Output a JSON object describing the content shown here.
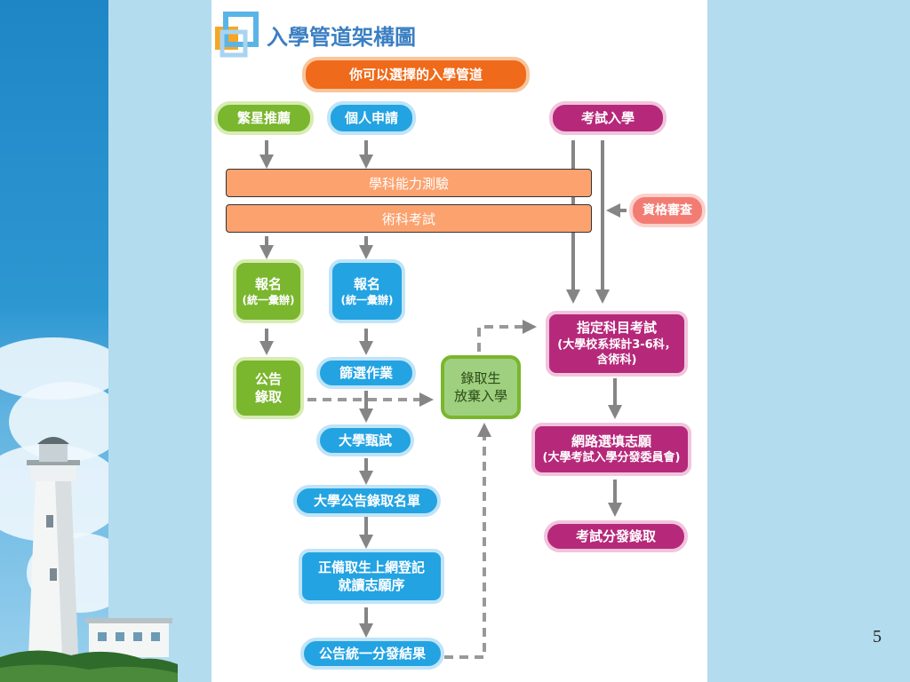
{
  "title": "入學管道架構圖",
  "header_box": "你可以選擇的入學管道",
  "routes": {
    "star": "繁星推薦",
    "personal": "個人申請",
    "exam": "考試入學"
  },
  "shared_bars": {
    "gsat": "學科能力測驗",
    "art_test": "術科考試"
  },
  "qualification": "資格審查",
  "star_flow": {
    "register_line1": "報名",
    "register_line2": "(統一彙辦)",
    "announce_line1": "公告",
    "announce_line2": "錄取"
  },
  "personal_flow": {
    "register_line1": "報名",
    "register_line2": "(統一彙辦)",
    "screening": "篩選作業",
    "interview": "大學甄試",
    "admit_list": "大學公告錄取名單",
    "register_online_line1": "正備取生上網登記",
    "register_online_line2": "就讀志願序",
    "final_result": "公告統一分發結果"
  },
  "giveup_line1": "錄取生",
  "giveup_line2": "放棄入學",
  "exam_flow": {
    "ast_line1": "指定科目考試",
    "ast_line2": "(大學校系採計3-6科，",
    "ast_line3": "含術科)",
    "choice_line1": "網路選填志願",
    "choice_line2": "(大學考試入學分發委員會)",
    "placement": "考試分發錄取"
  },
  "page_number": "5",
  "colors": {
    "green": "#7ab62e",
    "blue": "#23a3e2",
    "magenta": "#b6297a",
    "orange": "#ef6a1a",
    "bar": "#fba26f",
    "arrow": "#858585"
  }
}
